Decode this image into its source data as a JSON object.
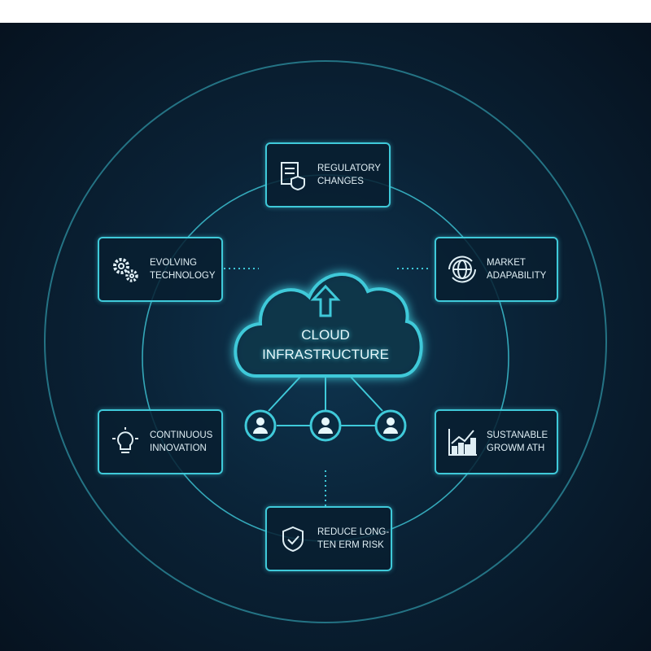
{
  "center": {
    "line1": "CLOUD",
    "line2": "INFRASTRUCTURE"
  },
  "nodes": [
    {
      "id": "regulatory",
      "icon": "document-shield-icon",
      "line1": "REGULATORY",
      "line2": "CHANGES"
    },
    {
      "id": "market",
      "icon": "globe-cycle-icon",
      "line1": "MARKET",
      "line2": "ADAPABILITY"
    },
    {
      "id": "growth",
      "icon": "growth-chart-icon",
      "line1": "SUSTANABLE",
      "line2": "GROWM ATH"
    },
    {
      "id": "risk",
      "icon": "shield-check-icon",
      "line1": "REDUCE LONG-",
      "line2": "TEN ERM RISK"
    },
    {
      "id": "innovation",
      "icon": "lightbulb-icon",
      "line1": "CONTINUOUS",
      "line2": "INNOVATION"
    },
    {
      "id": "technology",
      "icon": "gears-icon",
      "line1": "EVOLVING",
      "line2": "TECHNOLOGY"
    }
  ],
  "colors": {
    "accent": "#3fc9d9",
    "background": "#0a2236"
  }
}
